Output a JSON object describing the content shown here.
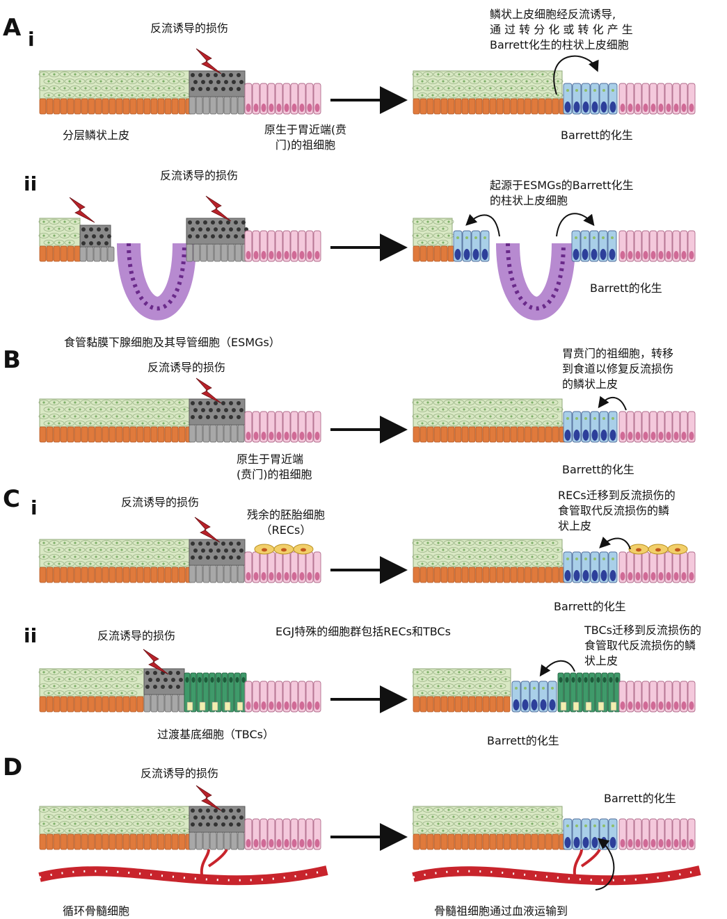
{
  "panels": {
    "a": {
      "letter": "A",
      "i": {
        "roman": "i",
        "injury": "反流诱导的损伤",
        "note": "鳞状上皮细胞经反流诱导,\n通 过 转 分 化 或 转 化 产 生\nBarrett化生的柱状上皮细胞",
        "squamous": "分层鳞状上皮",
        "progenitor": "原生于胃近端(贲\n门)的祖细胞",
        "result": "Barrett的化生"
      },
      "ii": {
        "roman": "ii",
        "injury": "反流诱导的损伤",
        "note": "起源于ESMGs的Barrett化生\n的柱状上皮细胞",
        "result": "Barrett的化生",
        "glands": "食管黏膜下腺细胞及其导管细胞（ESMGs）"
      }
    },
    "b": {
      "letter": "B",
      "injury": "反流诱导的损伤",
      "note": "胃贲门的祖细胞，转移\n到食道以修复反流损伤\n的鳞状上皮",
      "progenitor": "原生于胃近端\n(贲门)的祖细胞",
      "result": "Barrett的化生"
    },
    "c": {
      "letter": "C",
      "i": {
        "roman": "i",
        "injury": "反流诱导的损伤",
        "recs": "残余的胚胎细胞\n（RECs）",
        "note": "RECs迁移到反流损伤的\n食管取代反流损伤的鳞\n状上皮",
        "result": "Barrett的化生"
      },
      "ii": {
        "roman": "ii",
        "injury": "反流诱导的损伤",
        "egj": "EGJ特殊的细胞群包括RECs和TBCs",
        "note": "TBCs迁移到反流损伤的\n食管取代反流损伤的鳞\n状上皮",
        "tbcs": "过渡基底细胞（TBCs）",
        "result": "Barrett的化生"
      }
    },
    "d": {
      "letter": "D",
      "injury": "反流诱导的损伤",
      "result": "Barrett的化生",
      "marrow": "循环骨髓细胞",
      "transport": "骨髓祖细胞通过血液运输到"
    }
  },
  "colors": {
    "squamous": "#d9e8c4",
    "squamous_nucleus": "#7fb06a",
    "basal": "#e07a3c",
    "injured": "#a8a8a8",
    "gastric": "#f4c9dc",
    "gastric_nucleus": "#d06a96",
    "columnar": "#a9cfe8",
    "columnar_nucleus": "#2d3f9a",
    "gland": "#b78ad0",
    "gland_nucleus": "#6a2a8a",
    "tbc": "#3f9a6a",
    "rec": "#f2cf6a",
    "bolt": "#b8222a",
    "vessel": "#c8242c"
  }
}
